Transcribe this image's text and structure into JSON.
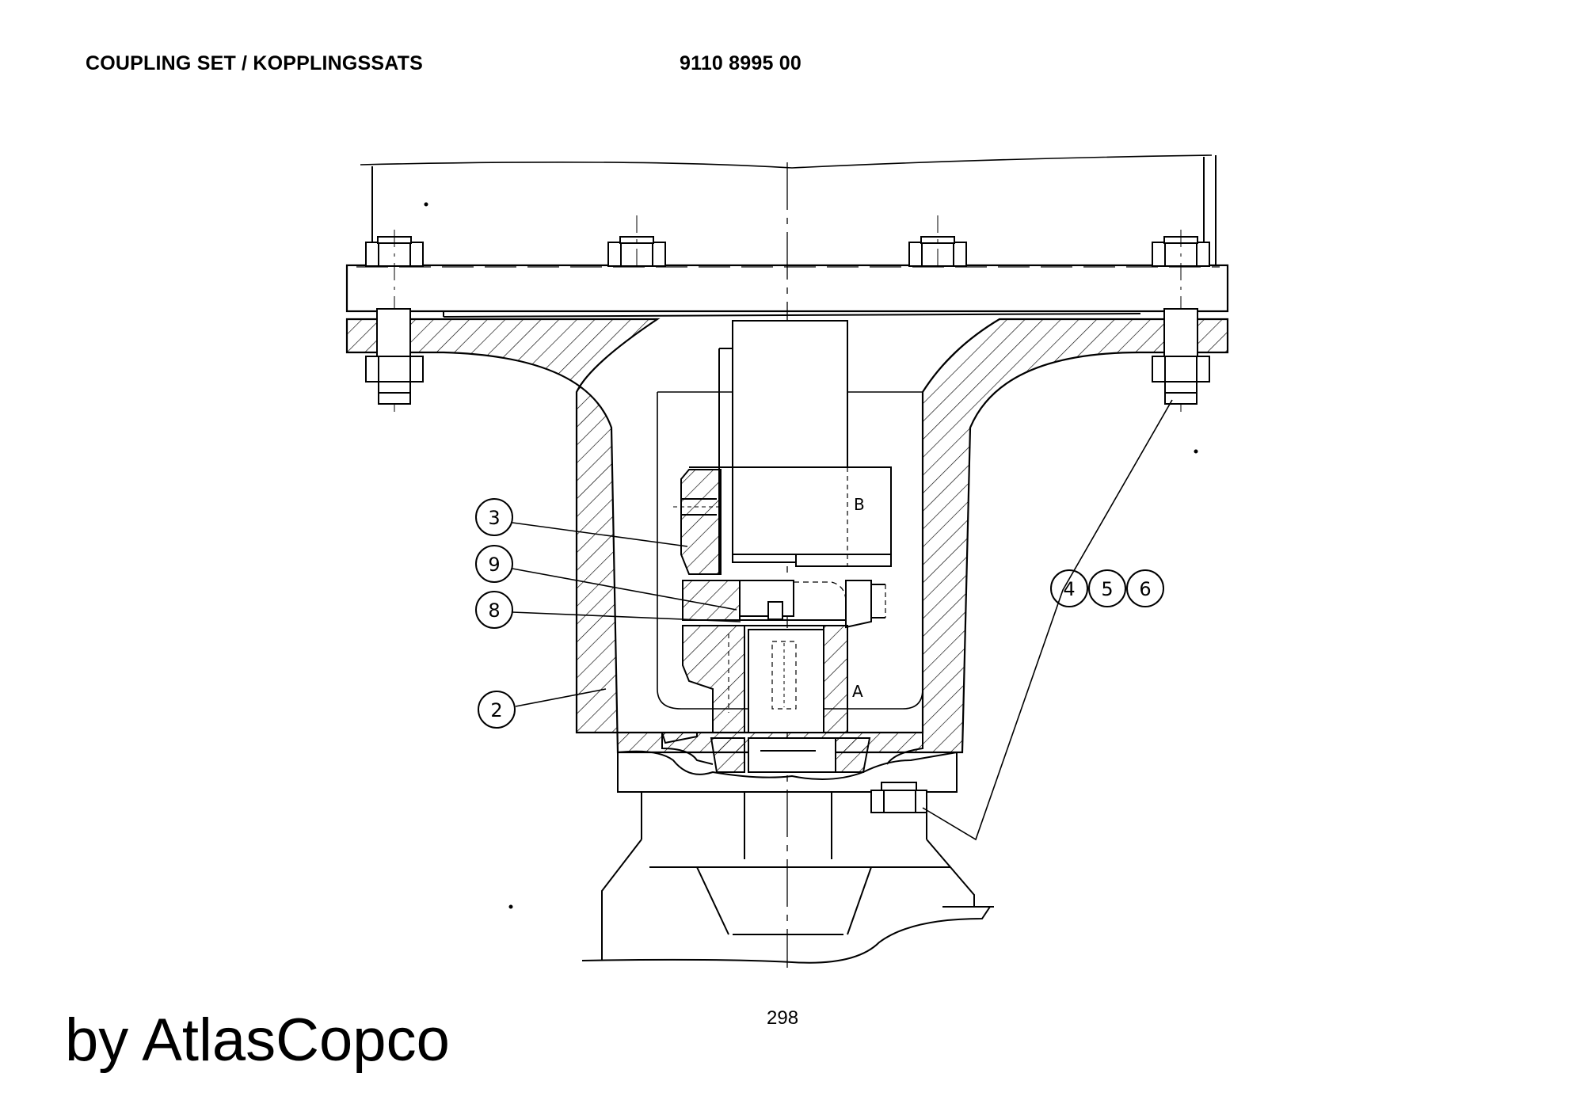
{
  "header": {
    "title": "COUPLING SET / KOPPLINGSSATS",
    "part_number": "9110 8995 00"
  },
  "callouts": {
    "c3": "3",
    "c9": "9",
    "c8": "8",
    "c2": "2",
    "c4": "4",
    "c5": "5",
    "c6": "6"
  },
  "labels": {
    "b": "B",
    "a": "A"
  },
  "footer": {
    "page_number": "298",
    "brand": "by AtlasCopco"
  }
}
